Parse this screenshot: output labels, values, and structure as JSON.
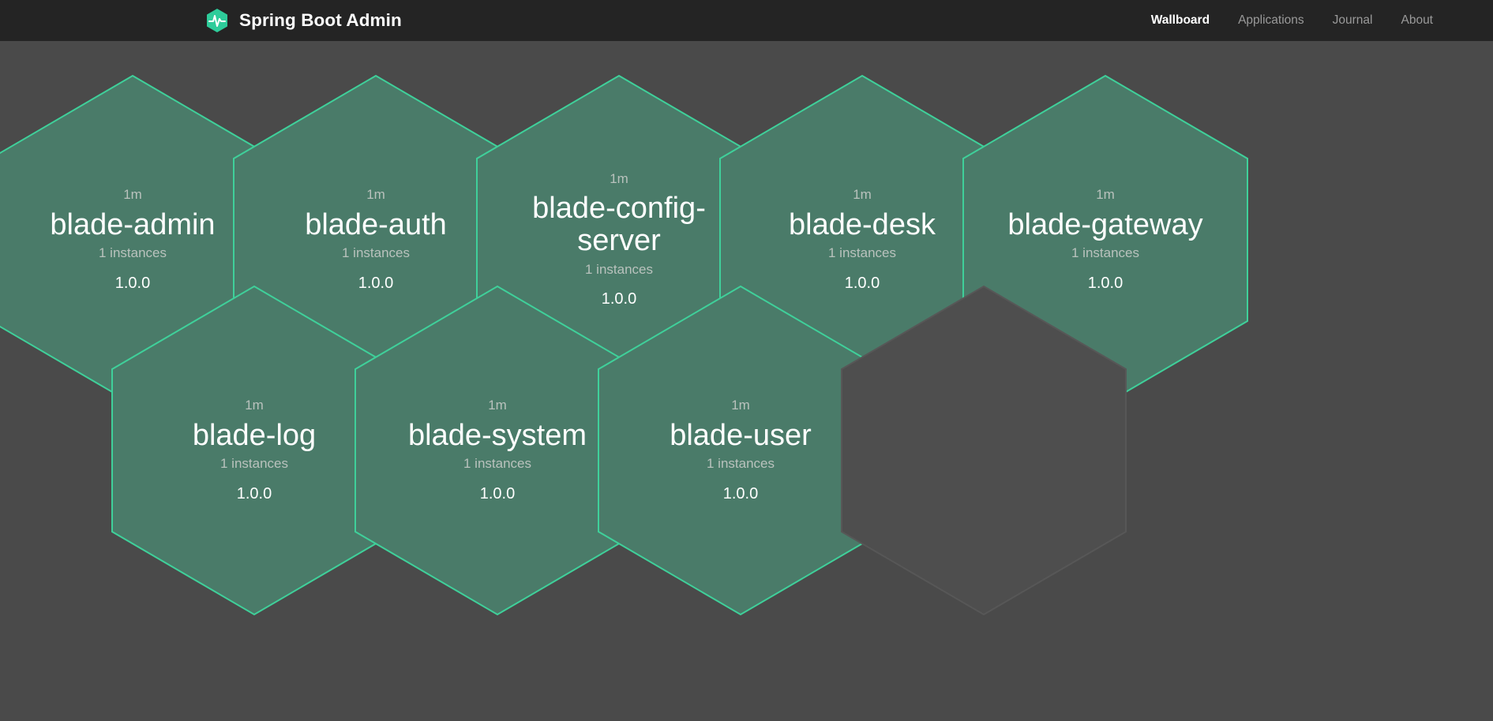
{
  "app": {
    "title": "Spring Boot Admin",
    "logo_icon": "heartbeat-hexagon-icon",
    "brand_color": "#2ecc9a",
    "navbar_bg": "#242424",
    "body_bg": "#4a4a4a"
  },
  "nav": {
    "items": [
      {
        "label": "Wallboard",
        "active": true
      },
      {
        "label": "Applications",
        "active": false
      },
      {
        "label": "Journal",
        "active": false
      },
      {
        "label": "About",
        "active": false
      }
    ]
  },
  "wallboard": {
    "hex_fill": "#4a7b69",
    "hex_border": "#3fd09a",
    "empty_hex_fill": "#4e4e4e",
    "empty_hex_border": "#575757",
    "applications": [
      {
        "name": "blade-admin",
        "uptime": "1m",
        "instances": "1 instances",
        "version": "1.0.0",
        "status": "up",
        "row": 0,
        "col": 0
      },
      {
        "name": "blade-auth",
        "uptime": "1m",
        "instances": "1 instances",
        "version": "1.0.0",
        "status": "up",
        "row": 0,
        "col": 1
      },
      {
        "name": "blade-config-server",
        "uptime": "1m",
        "instances": "1 instances",
        "version": "1.0.0",
        "status": "up",
        "row": 0,
        "col": 2
      },
      {
        "name": "blade-desk",
        "uptime": "1m",
        "instances": "1 instances",
        "version": "1.0.0",
        "status": "up",
        "row": 0,
        "col": 3
      },
      {
        "name": "blade-gateway",
        "uptime": "1m",
        "instances": "1 instances",
        "version": "1.0.0",
        "status": "up",
        "row": 0,
        "col": 4
      },
      {
        "name": "blade-log",
        "uptime": "1m",
        "instances": "1 instances",
        "version": "1.0.0",
        "status": "up",
        "row": 1,
        "col": 0
      },
      {
        "name": "blade-system",
        "uptime": "1m",
        "instances": "1 instances",
        "version": "1.0.0",
        "status": "up",
        "row": 1,
        "col": 1
      },
      {
        "name": "blade-user",
        "uptime": "1m",
        "instances": "1 instances",
        "version": "1.0.0",
        "status": "up",
        "row": 1,
        "col": 2
      }
    ],
    "placeholder_count": 1
  }
}
